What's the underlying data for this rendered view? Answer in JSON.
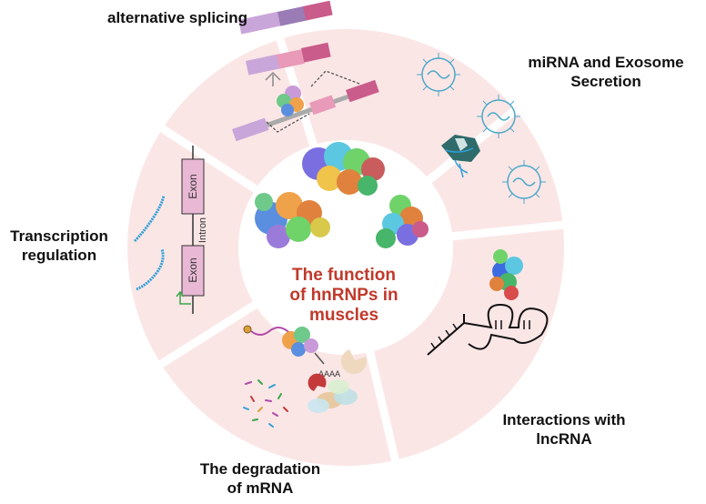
{
  "center": {
    "lines": [
      "The function",
      "of hnRNPs in",
      "muscles"
    ],
    "color": "#c0392b"
  },
  "sections": {
    "splicing": "alternative splicing",
    "mirna": [
      "miRNA and Exosome",
      "Secretion"
    ],
    "lncrna": [
      "Interactions with",
      "lncRNA"
    ],
    "degradation": [
      "The degradation",
      "of mRNA"
    ],
    "transcription": [
      "Transcription",
      "regulation"
    ]
  },
  "gene_labels": {
    "exon": "Exon",
    "intron": "Intron",
    "polya": "AAAA"
  },
  "colors": {
    "ring": "#fbe6e6",
    "exon_box": "#e9b8d4",
    "rna_blue": "#2f9fd8",
    "exosome": "#4aa8c9",
    "promoter_green": "#3aa64a"
  },
  "icons": [
    "protein-blob-icon",
    "exosome-icon",
    "rna-strand-icon",
    "hairpin-icon",
    "pacman-enzyme-icon",
    "gene-icon"
  ]
}
